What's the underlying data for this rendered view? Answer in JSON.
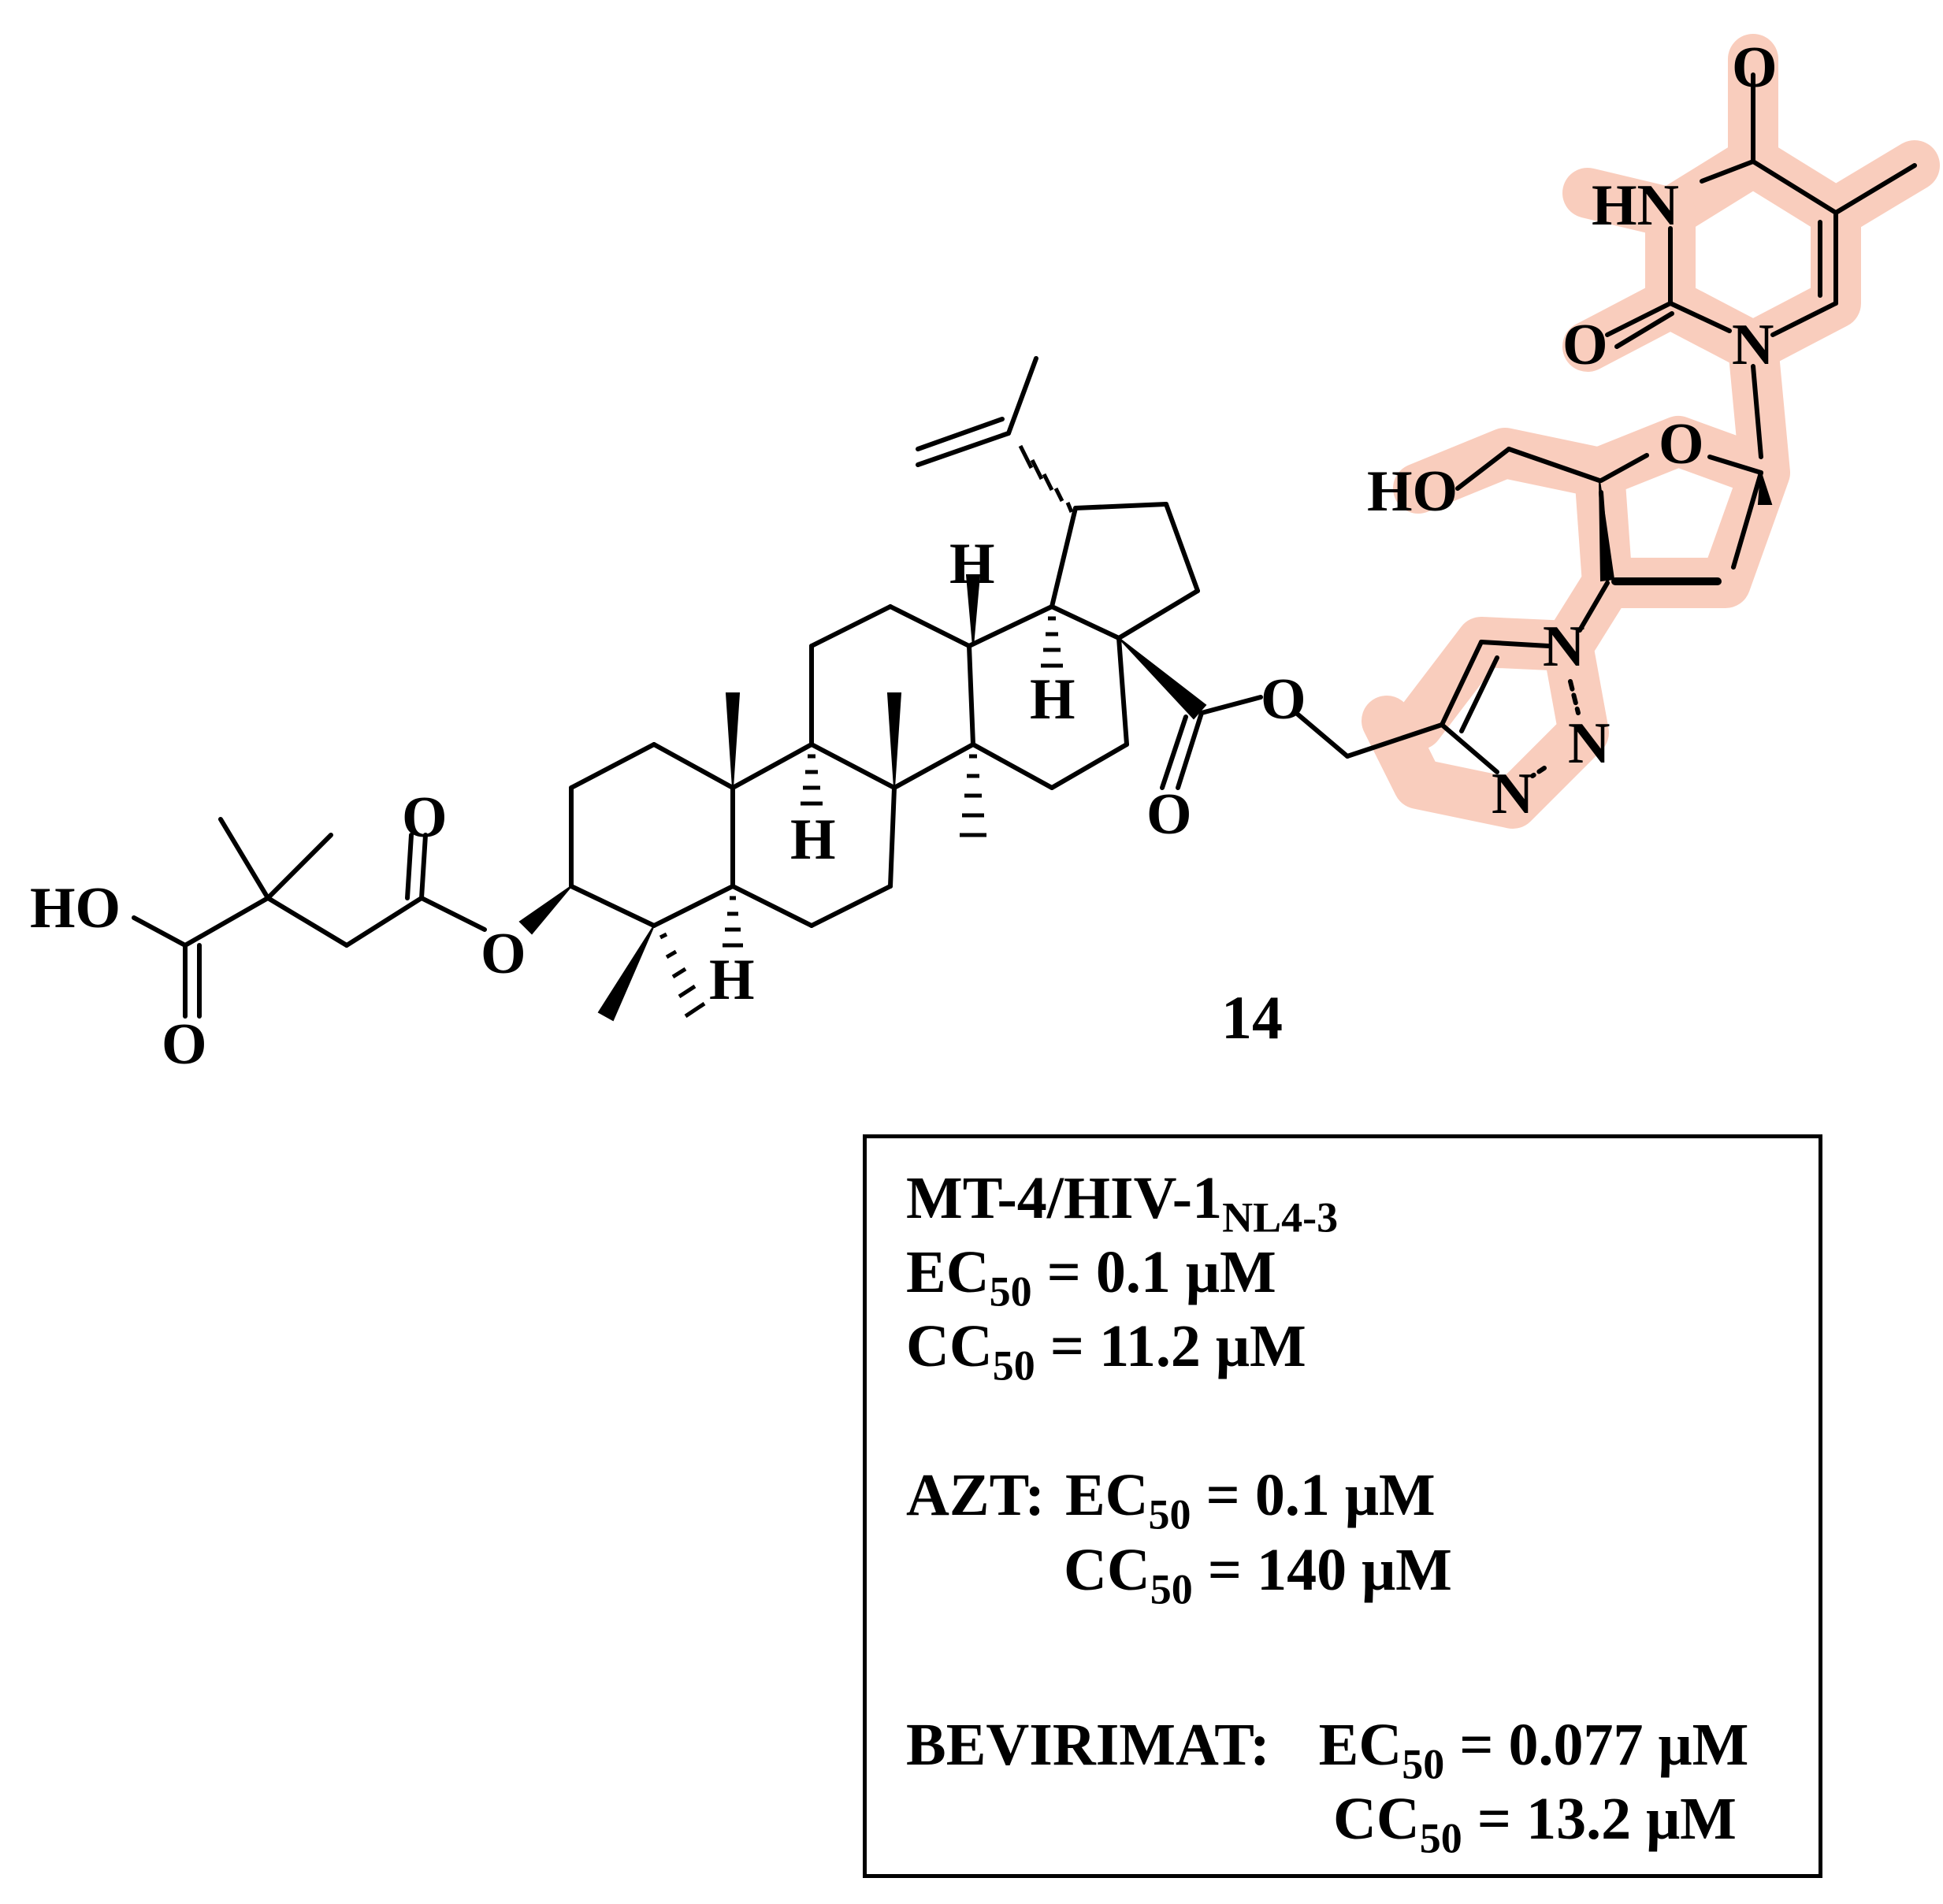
{
  "compound": {
    "label": "14"
  },
  "highlight_color": "#f9cdbd",
  "atoms": {
    "o_top": "O",
    "hn": "HN",
    "o_mid": "O",
    "n_ring": "N",
    "o_furan": "O",
    "ho_right": "HO",
    "n1_triazole": "N",
    "n2_triazole": "N",
    "n3_triazole": "N",
    "o_ester": "O",
    "o_carbonyl_ester": "O",
    "h_top": "H",
    "h_18": "H",
    "h_9": "H",
    "h_5": "H",
    "o_succ_top": "O",
    "o_succ_link": "O",
    "ho_left": "HO",
    "o_acid": "O"
  },
  "activity": {
    "assay": {
      "main": "MT-4/HIV-1",
      "sub": "NL4-3"
    },
    "compound_ec50": {
      "prefix": "EC",
      "sub": "50",
      "value": " = 0.1 μM"
    },
    "compound_cc50": {
      "prefix": "CC",
      "sub": "50",
      "value": " = 11.2 μM"
    },
    "azt_label": "AZT:",
    "azt_ec50": {
      "prefix": "EC",
      "sub": "50",
      "value": " = 0.1 μM"
    },
    "azt_cc50": {
      "prefix": "CC",
      "sub": "50",
      "value": " = 140 μM"
    },
    "bevirimat_label": "BEVIRIMAT:",
    "bevirimat_ec50": {
      "prefix": "EC",
      "sub": "50",
      "value": " = 0.077 μM"
    },
    "bevirimat_cc50": {
      "prefix": "CC",
      "sub": "50",
      "value": " = 13.2 μM"
    }
  }
}
